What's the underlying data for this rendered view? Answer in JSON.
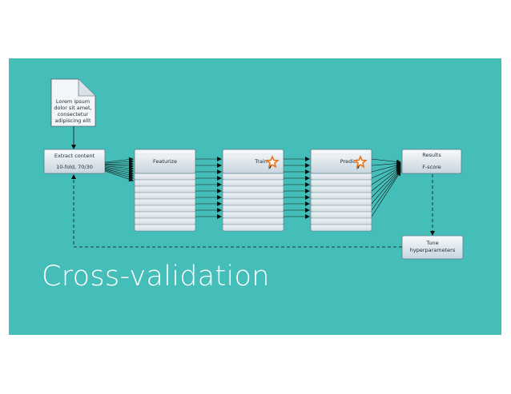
{
  "slide": {
    "title": "Cross-validation",
    "background_color": "#45bdb8"
  },
  "diagram": {
    "document": {
      "lines": [
        "Lorem ipsum",
        "dolor sit amet,",
        "consectetur",
        "adipiscing elit"
      ]
    },
    "extract": {
      "label": "Extract content",
      "sublabel": "10-fold, 70/30"
    },
    "stages": [
      {
        "label": "Featurize",
        "has_star": false
      },
      {
        "label": "Train",
        "has_star": true
      },
      {
        "label": "Predict",
        "has_star": true
      }
    ],
    "results": {
      "label": "Results",
      "sublabel": "F-score"
    },
    "tune": {
      "lines": [
        "Tune",
        "hyperparameters"
      ]
    },
    "fold_count": 10,
    "colors": {
      "box_top": "#f7f9fb",
      "box_bottom": "#c9d6df",
      "box_border": "#5e7d8e",
      "layer_line": "#1f2f7a",
      "arrow": "#111111",
      "star": "#e8721c"
    }
  }
}
